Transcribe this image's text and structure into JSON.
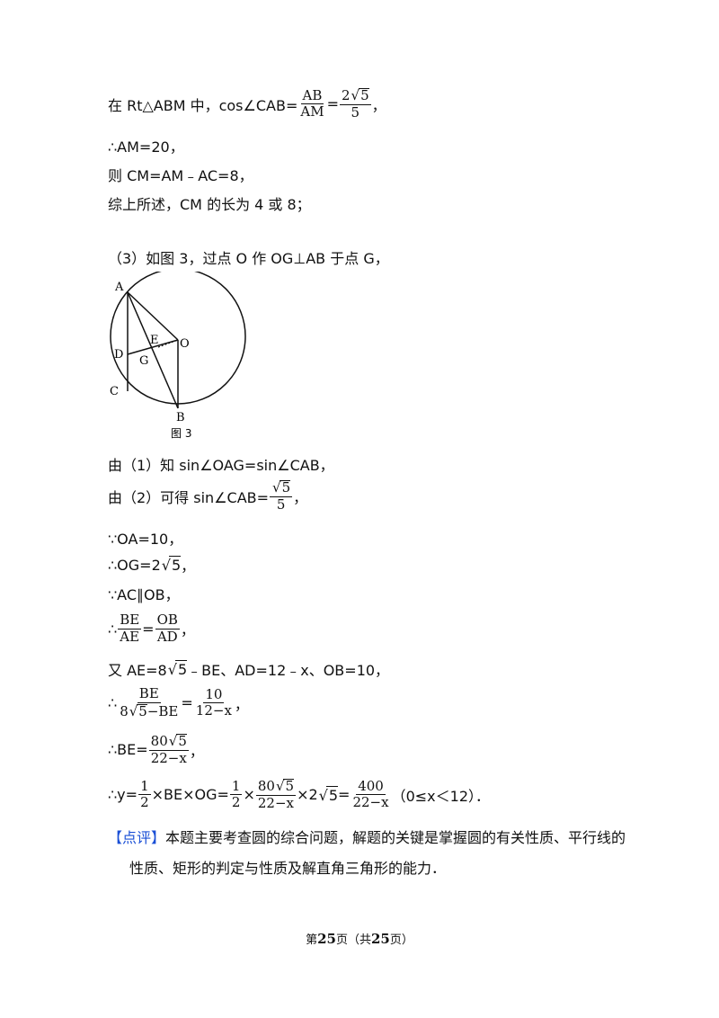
{
  "lines": {
    "l1_pre": "在 Rt△ABM 中，cos∠CAB=",
    "l1_f1_num": "AB",
    "l1_f1_den": "AM",
    "l1_eq": "=",
    "l1_f2_num_a": "2",
    "l1_f2_num_rad": "5",
    "l1_f2_den": "5",
    "l1_post": "，",
    "l2": "∴AM=20，",
    "l3": "则 CM=AM﹣AC=8，",
    "l4": "综上所述，CM 的长为 4 或 8；",
    "l5": "（3）如图 3，过点 O 作 OG⊥AB 于点 G，",
    "l6": "由（1）知 sin∠OAG=sin∠CAB，",
    "l7_pre": "由（2）可得 sin∠CAB=",
    "l7_num_rad": "5",
    "l7_den": "5",
    "l7_post": "，",
    "l8": "∵OA=10，",
    "l9_pre": "∴OG=2",
    "l9_rad": "5",
    "l9_post": "，",
    "l10": "∵AC∥OB，",
    "l11_pre": "∴",
    "l11_f1_num": "BE",
    "l11_f1_den": "AE",
    "l11_eq": "=",
    "l11_f2_num": "OB",
    "l11_f2_den": "AD",
    "l11_post": "，",
    "l12_pre": "又 AE=8",
    "l12_rad": "5",
    "l12_post": "﹣BE、AD=12﹣x、OB=10，",
    "l13_pre": "∴",
    "l13_f1_num": "BE",
    "l13_f1_den_a": "8",
    "l13_f1_den_rad": "5",
    "l13_f1_den_b": "−BE",
    "l13_eq": "=",
    "l13_f2_num": "10",
    "l13_f2_den": "12−x",
    "l13_post": "，",
    "l14_pre": "∴BE=",
    "l14_num_a": "80",
    "l14_num_rad": "5",
    "l14_den": "22−x",
    "l14_post": "，",
    "l15_pre": "∴y=",
    "l15_f1_num": "1",
    "l15_f1_den": "2",
    "l15_mid1": "×BE×OG=",
    "l15_f2_num": "1",
    "l15_f2_den": "2",
    "l15_mid2": "×",
    "l15_f3_num_a": "80",
    "l15_f3_num_rad": "5",
    "l15_f3_den": "22−x",
    "l15_mid3a": "×2",
    "l15_mid3_rad": "5",
    "l15_mid3b": "=",
    "l15_f4_num": "400",
    "l15_f4_den": "22−x",
    "l15_post": "（0≤x＜12）．",
    "comment_tag": "【点评】",
    "comment_1": "本题主要考查圆的综合问题，解题的关键是掌握圆的有关性质、平行线的",
    "comment_2": "性质、矩形的判定与性质及解直角三角形的能力．"
  },
  "figure": {
    "caption": "图 3",
    "labels": {
      "A": "A",
      "B": "B",
      "C": "C",
      "D": "D",
      "E": "E",
      "G": "G",
      "O": "O"
    }
  },
  "footer": {
    "prefix": "第",
    "page": "25",
    "mid": "页（共",
    "total": "25",
    "suffix": "页）"
  }
}
